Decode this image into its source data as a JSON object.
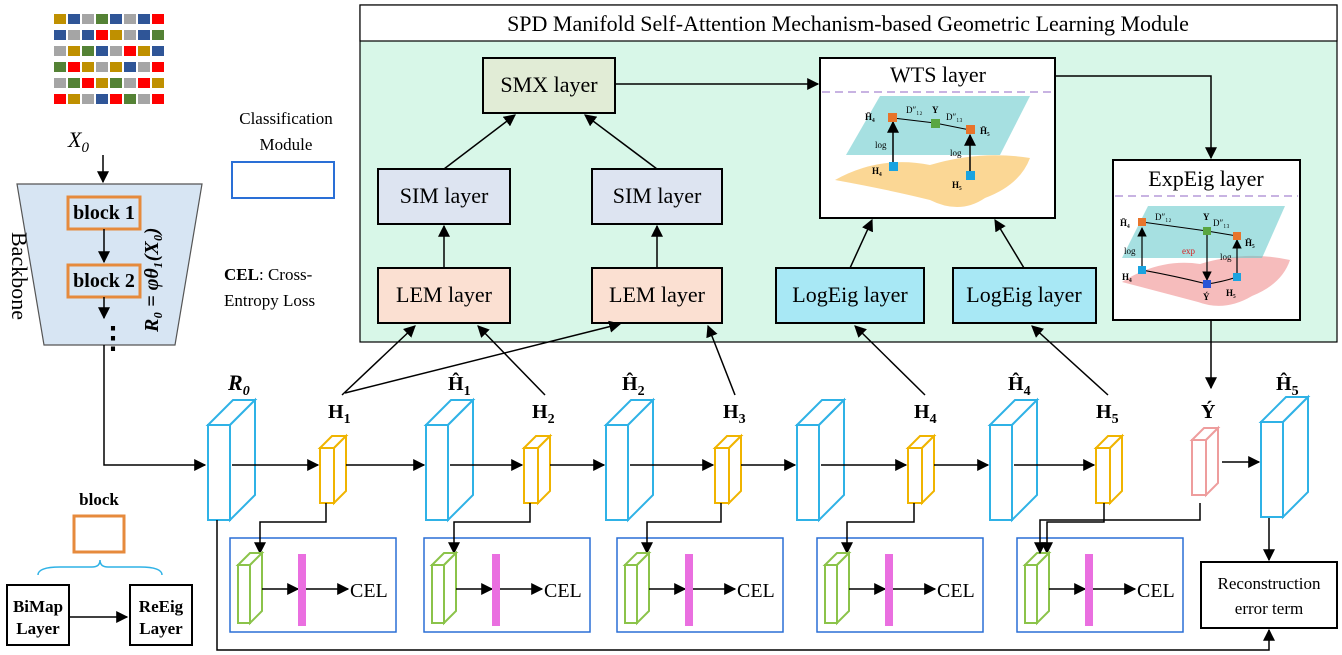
{
  "module_title": "SPD Manifold Self-Attention Mechanism-based Geometric Learning Module",
  "layers": {
    "smx": "SMX layer",
    "wts": "WTS layer",
    "sim_1": "SIM layer",
    "sim_2": "SIM layer",
    "lem_1": "LEM layer",
    "lem_2": "LEM layer",
    "logeig_1": "LogEig layer",
    "logeig_2": "LogEig layer",
    "expeig": "ExpEig layer"
  },
  "input_label": "X",
  "input_sub": "0",
  "backbone_label": "Backbone",
  "blocks": [
    "block 1",
    "block 2"
  ],
  "backbone_dots": "⋮",
  "r0_formula": "R₀ = φθ₁(X₀)",
  "classification_legend": {
    "label_line1": "Classification",
    "label_line2": "Module"
  },
  "cel_legend": {
    "abbr": "CEL",
    "text_line1": ": Cross-",
    "text_line2": "Entropy Loss"
  },
  "block_legend": {
    "title": "block",
    "bimap": [
      "BiMap",
      "Layer"
    ],
    "reeig": [
      "ReEig",
      "Layer"
    ]
  },
  "feature_labels": {
    "r0": "R",
    "r0_sub": "0",
    "h1": "H",
    "h1_sub": "1",
    "h1hat": "Ĥ",
    "h1hat_sub": "1",
    "h2": "H",
    "h2_sub": "2",
    "h2hat": "Ĥ",
    "h2hat_sub": "2",
    "h3": "H",
    "h3_sub": "3",
    "h4": "H",
    "h4_sub": "4",
    "h4hat": "Ĥ",
    "h4hat_sub": "4",
    "h5": "H",
    "h5_sub": "5",
    "yhat": "Ý",
    "h5hat": "Ĥ",
    "h5hat_sub": "5"
  },
  "cel_label": "CEL",
  "reconstruction": [
    "Reconstruction",
    "error term"
  ],
  "wts_inner": {
    "h4bar": "H̄₄",
    "d12": "D″₁₂",
    "y": "Y",
    "d13": "D″₁₃",
    "h5bar": "H̄₅",
    "log": "log",
    "h4": "H₄",
    "h5": "H₅"
  },
  "expeig_inner": {
    "h4bar": "H̄₄",
    "d12": "D″₁₂",
    "y": "Y",
    "d13": "D″₁₃",
    "h5bar": "H̄₅",
    "log": "log",
    "exp": "exp",
    "h4": "H₄",
    "y2": "Ý",
    "h5": "H₅"
  },
  "colors": {
    "module_bg": "#d8f7e8",
    "smx": "#e1ecd6",
    "sim": "#dde4f1",
    "lem": "#fbe0d2",
    "logeig": "#a8e8f5",
    "blue_cube": "#2fb2e6",
    "yellow_cube": "#f0b400",
    "pink_cube": "#ee9d9d",
    "green_cube": "#8bc34a",
    "orange_block": "#e68a3c",
    "class_border": "#2a6fd6",
    "magenta_bar": "#ea6fe0",
    "backbone_fill": "#d7e5f3"
  },
  "grid_colors": [
    "#c0392b",
    "#2f5597",
    "#a5a5a5",
    "#548235",
    "#bf9000",
    "#ff0000"
  ]
}
